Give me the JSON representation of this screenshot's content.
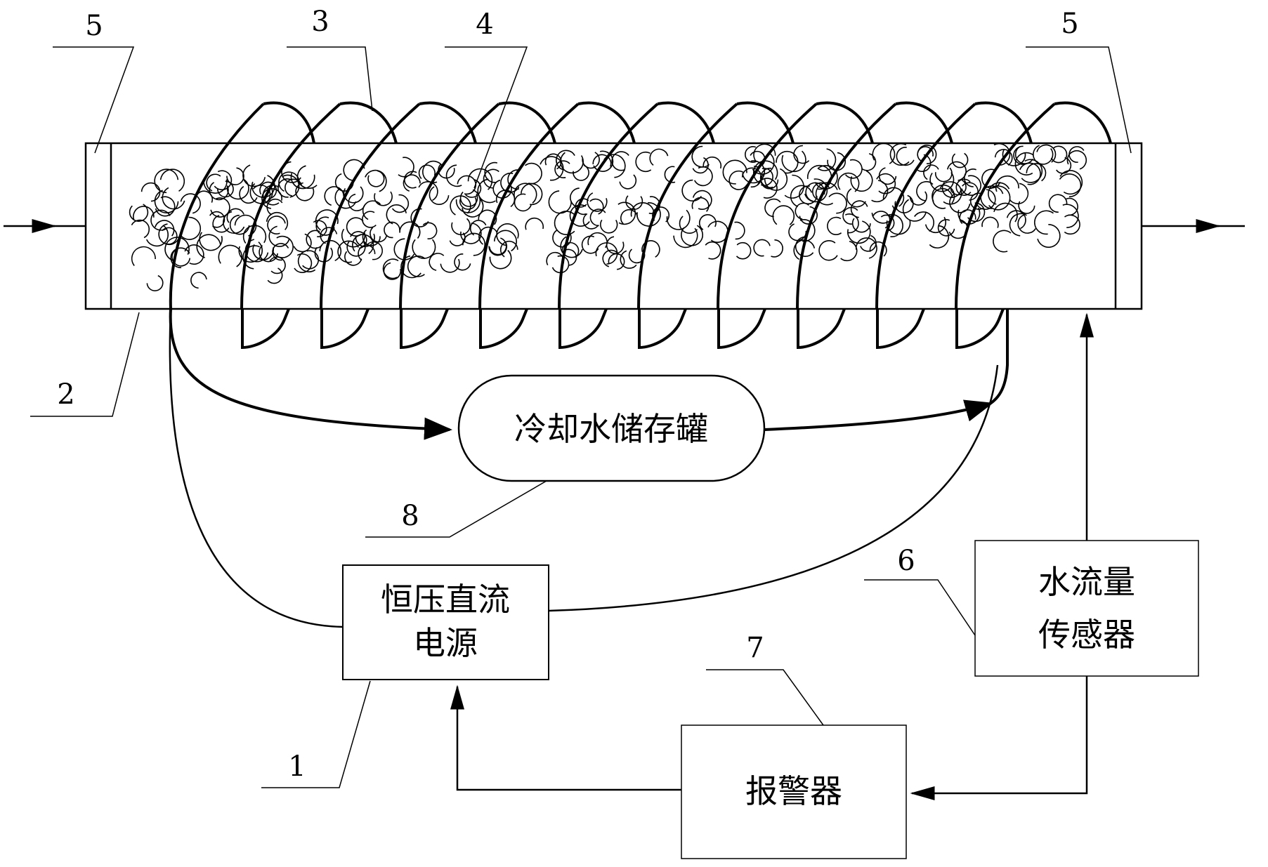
{
  "labels": {
    "power_supply": [
      "恒压直流",
      "电源"
    ],
    "cooling_tank": "冷却水储存罐",
    "flow_sensor": [
      "水流量",
      "传感器"
    ],
    "alarm": "报警器"
  },
  "callouts": {
    "n1": "1",
    "n2": "2",
    "n3": "3",
    "n4": "4",
    "n5_left": "5",
    "n5_right": "5",
    "n6": "6",
    "n7": "7",
    "n8": "8"
  },
  "coil": {
    "turns": 10
  },
  "colors": {
    "stroke": "#000000",
    "background": "#ffffff"
  }
}
